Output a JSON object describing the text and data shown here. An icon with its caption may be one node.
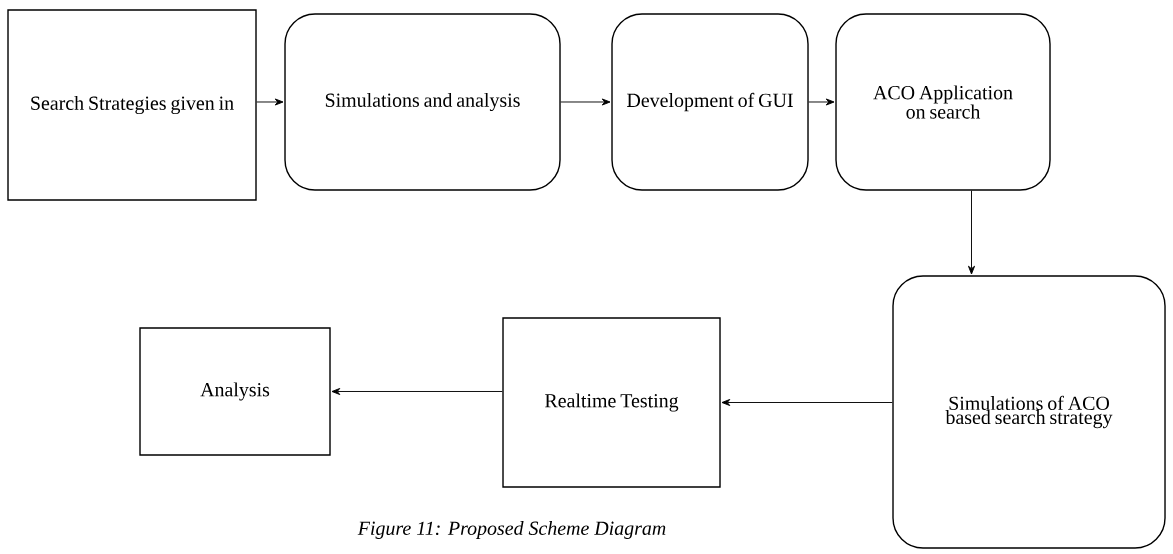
{
  "diagram": {
    "caption": "Figure 11: Proposed Scheme Diagram",
    "nodes": [
      {
        "text": [
          "Search Strategies given in"
        ]
      },
      {
        "text": [
          "Simulations and analysis"
        ]
      },
      {
        "text": [
          "Development of GUI"
        ]
      },
      {
        "text": [
          "ACO Application on search"
        ]
      },
      {
        "text": [
          "Simulations of ACO based search strategy"
        ]
      },
      {
        "text": [
          "Realtime Testing"
        ]
      },
      {
        "text": [
          "Analysis"
        ]
      }
    ],
    "edges": [
      {
        "from": 0,
        "to": 1,
        "arrow": "to"
      },
      {
        "from": 1,
        "to": 2,
        "arrow": "to"
      },
      {
        "from": 2,
        "to": 3,
        "arrow": "to"
      },
      {
        "from": 3,
        "to": 4,
        "arrow": "to"
      },
      {
        "from": 4,
        "to": 5,
        "arrow": "to"
      },
      {
        "from": 5,
        "to": 6,
        "arrow": "to"
      }
    ]
  }
}
